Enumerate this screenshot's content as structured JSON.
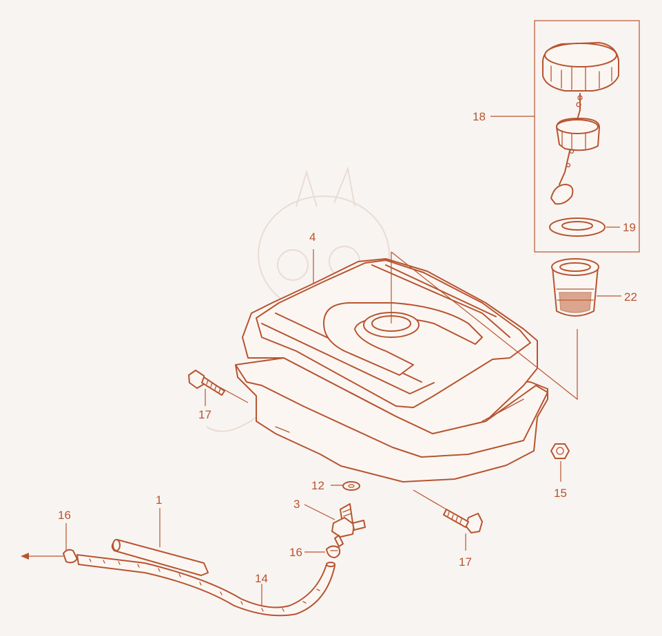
{
  "diagram": {
    "accent_color": "#b7532f",
    "background_color": "#f8f4f1",
    "part_labels": {
      "fuel_line": "1",
      "fuel_valve": "3",
      "fuel_tank": "4",
      "valve_washer": "12",
      "fuel_tube": "14",
      "tank_nut": "15",
      "tube_clip_left": "16",
      "tube_clip_valve": "16",
      "bolt_left": "17",
      "bolt_right": "17",
      "filler_cap_assembly": "18",
      "cap_gasket": "19",
      "fuel_strainer": "22"
    }
  }
}
